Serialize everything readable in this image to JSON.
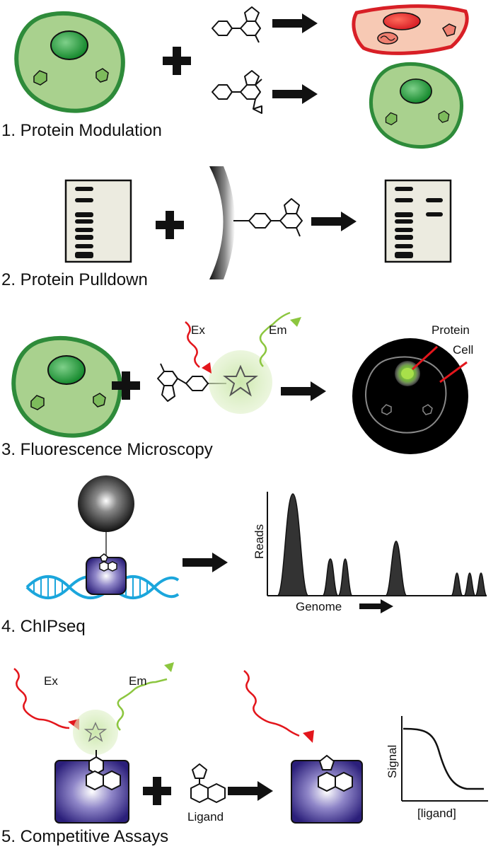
{
  "sections": [
    {
      "label": "1. Protein Modulation"
    },
    {
      "label": "2. Protein Pulldown"
    },
    {
      "label": "3.  Fluorescence Microscopy"
    },
    {
      "label": "4.  ChIPseq"
    },
    {
      "label": "5. Competitive Assays"
    }
  ],
  "labels": {
    "ex": "Ex",
    "em": "Em",
    "protein": "Protein",
    "cell": "Cell",
    "reads": "Reads",
    "genome": "Genome",
    "ligand": "Ligand",
    "signal": "Signal",
    "ligand_axis": "[ligand]"
  },
  "colors": {
    "cell_fill": "#a9d18e",
    "cell_edge": "#2e8b3a",
    "nucleus": "#2f9e44",
    "dead_cell": "#f7c9b4",
    "dead_edge": "#d81f26",
    "red_wave": "#e3161c",
    "green_wave": "#8cc63f",
    "dna": "#1ba6dc",
    "protein_box": "#3b2f8f"
  }
}
